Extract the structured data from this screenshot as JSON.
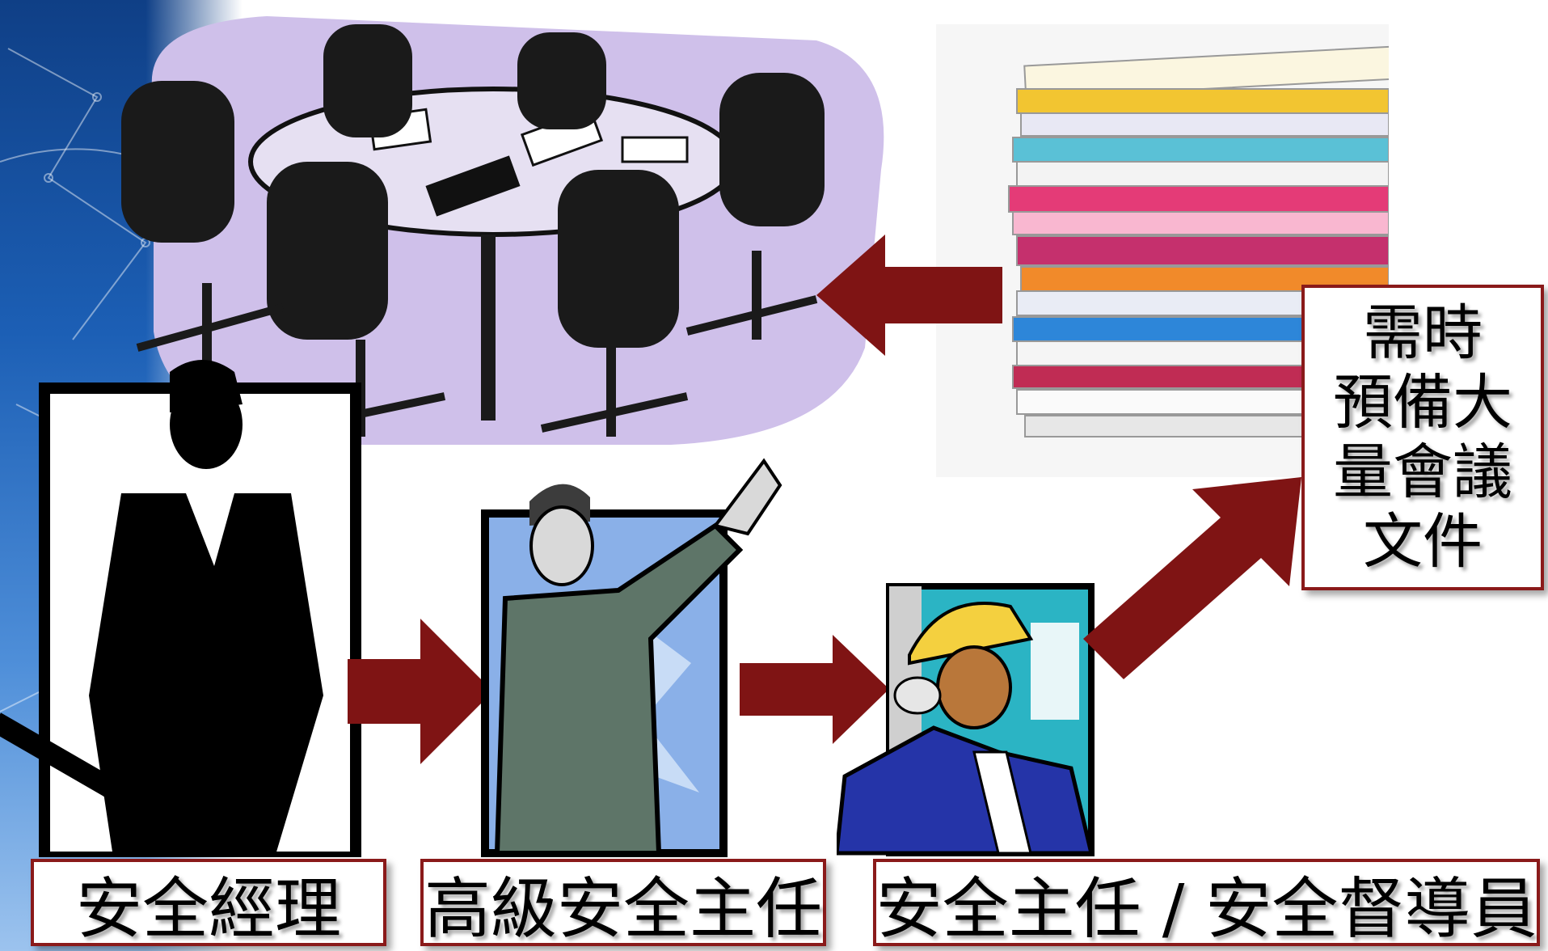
{
  "labels": {
    "manager": "安全經理",
    "senior_officer": "高級安全主任",
    "officer": "安全主任 / 安全督導員"
  },
  "note": {
    "lines": [
      "需時",
      "預備大",
      "量會議",
      "文件"
    ]
  },
  "icons": [
    "conference-table-icon",
    "document-stack-icon",
    "safety-manager-icon",
    "senior-safety-officer-icon",
    "safety-officer-icon"
  ],
  "colors": {
    "arrow": "#7f1414",
    "box_border": "#8a1a1a",
    "table_bg": "#cfc0ea"
  }
}
